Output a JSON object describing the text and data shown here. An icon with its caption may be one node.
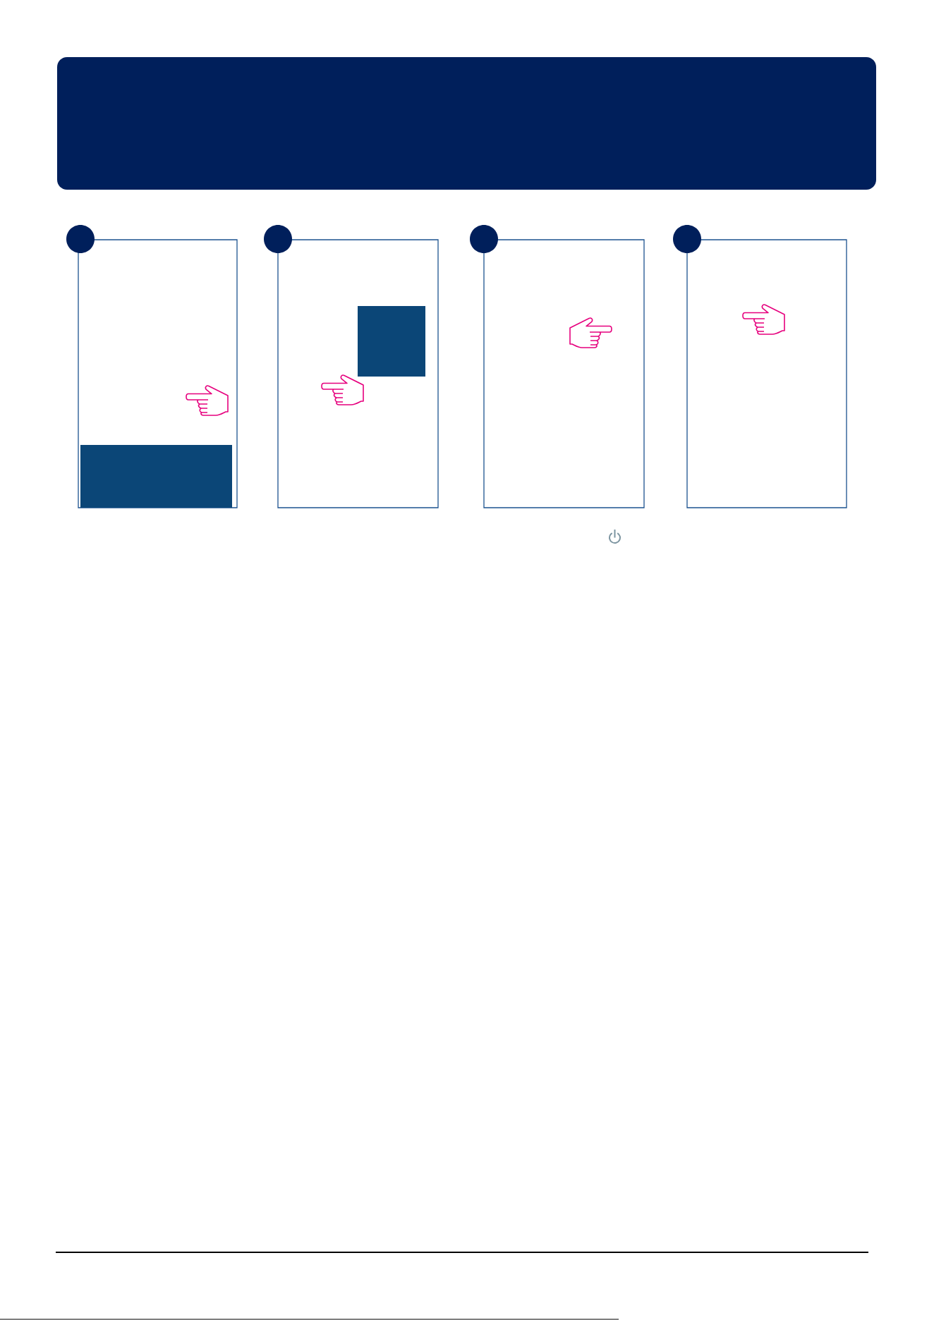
{
  "diagram": {
    "nodes": [
      {
        "text": [],
        "shape": "box"
      },
      {
        "text": [],
        "shape": "box"
      },
      {
        "text": [],
        "shape": "circle"
      },
      {
        "text": [],
        "shape": "picture",
        "in": 1
      },
      {
        "text": [],
        "shape": "box",
        "in": 1
      },
      {
        "text": [],
        "shape": "box"
      },
      {
        "text": [],
        "shape": "circle"
      },
      {
        "text": [],
        "shape": "box",
        "in": 5
      },
      {
        "text": [],
        "shape": "picture",
        "in": 5
      },
      {
        "text": [],
        "shape": "box"
      },
      {
        "text": [],
        "shape": "circle"
      },
      {
        "text": [],
        "shape": "picture",
        "in": 9
      },
      {
        "text": [],
        "shape": "box"
      },
      {
        "text": [],
        "shape": "circle"
      },
      {
        "text": [],
        "shape": "picture",
        "in": 12
      },
      {
        "text": [],
        "shape": "picture"
      }
    ]
  }
}
